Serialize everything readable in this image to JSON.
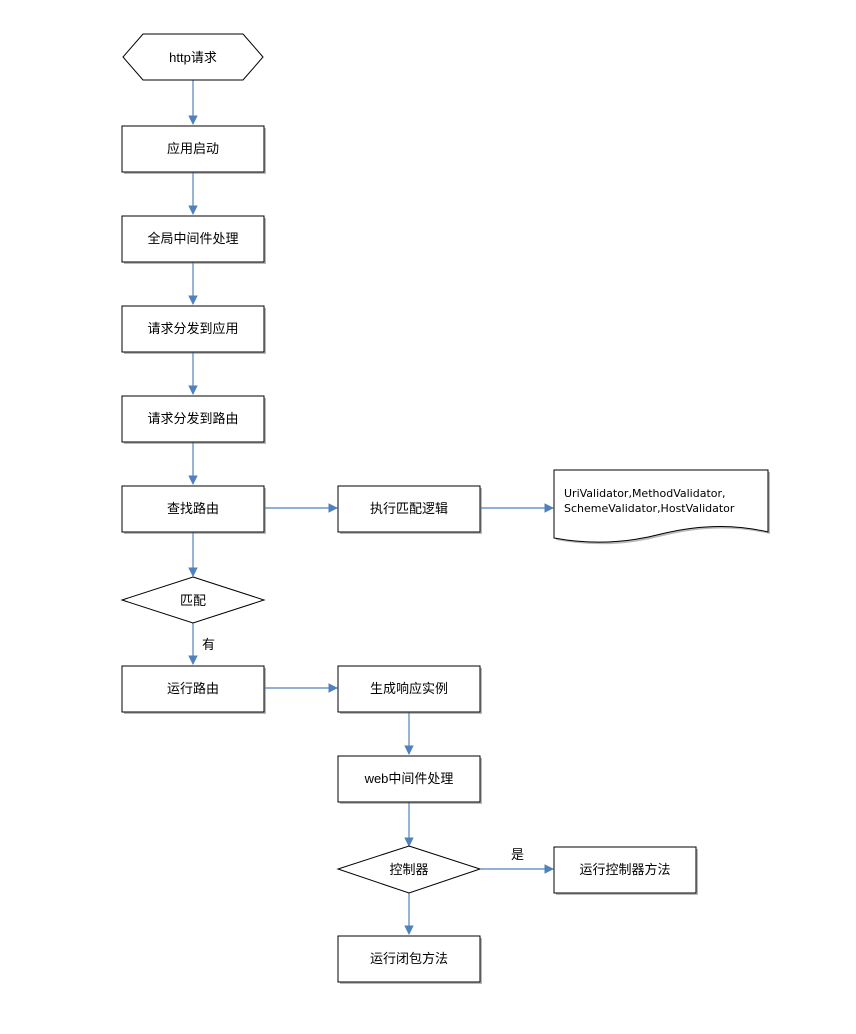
{
  "nodes": {
    "http_request": "http请求",
    "app_start": "应用启动",
    "global_middleware": "全局中间件处理",
    "dispatch_app": "请求分发到应用",
    "dispatch_route": "请求分发到路由",
    "find_route": "查找路由",
    "exec_match": "执行匹配逻辑",
    "validators_line1": "UriValidator,MethodValidator,",
    "validators_line2": "SchemeValidator,HostValidator",
    "match": "匹配",
    "run_route": "运行路由",
    "make_response": "生成响应实例",
    "web_middleware": "web中间件处理",
    "controller": "控制器",
    "run_controller": "运行控制器方法",
    "run_closure": "运行闭包方法"
  },
  "edge_labels": {
    "match_yes": "有",
    "controller_yes": "是"
  },
  "colors": {
    "edge": "#4f81bd",
    "node_border": "#000000",
    "shadow": "#7f7f7f"
  }
}
